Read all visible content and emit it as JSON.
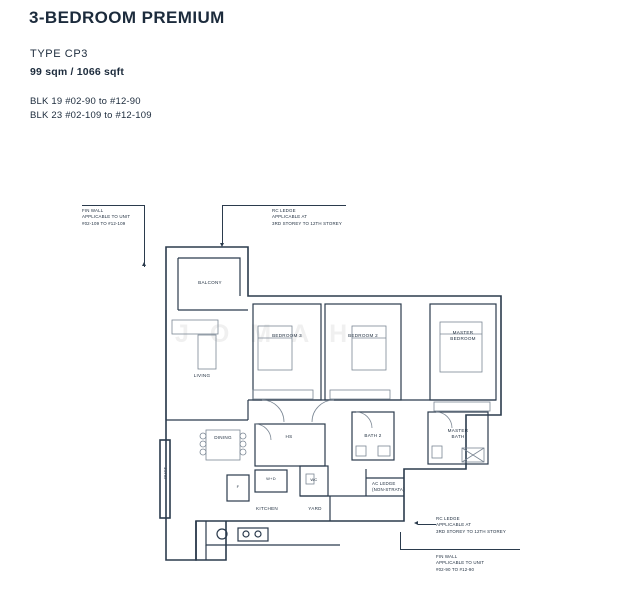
{
  "header": {
    "title": "3-BEDROOM PREMIUM",
    "type": "TYPE CP3",
    "area": "99 sqm / 1066 sqft",
    "blk_1": "BLK 19 #02-90 to #12-90",
    "blk_2": "BLK 23 #02-109 to #12-109"
  },
  "watermark": "J O M   A   H",
  "callouts": [
    {
      "id": "fin-wall-top",
      "text": "FIN WALL\nAPPLICABLE TO UNIT\n#02-109 to #12-109"
    },
    {
      "id": "rc-ledge-top",
      "text": "RC LEDGE\nAPPLICABLE AT\n3RD STOREY TO 12TH STOREY"
    },
    {
      "id": "ac-ledge",
      "text": "AC LEDGE\n(non-strata)"
    },
    {
      "id": "rc-ledge-bottom",
      "text": "RC LEDGE\nAPPLICABLE AT\n3RD STOREY TO 12TH STOREY"
    },
    {
      "id": "fin-wall-bottom",
      "text": "FIN WALL\nAPPLICABLE TO UNIT\n#02-90 to #12-90"
    }
  ],
  "rooms": [
    {
      "id": "balcony",
      "label": "BALCONY"
    },
    {
      "id": "living",
      "label": "LIVING"
    },
    {
      "id": "bedroom-3",
      "label": "BEDROOM 3"
    },
    {
      "id": "bedroom-2",
      "label": "BEDROOM 2"
    },
    {
      "id": "master-bedroom",
      "label": "MASTER\nBEDROOM"
    },
    {
      "id": "dining",
      "label": "DINING"
    },
    {
      "id": "bath-2",
      "label": "BATH 2"
    },
    {
      "id": "master-bath",
      "label": "MASTER\nBATH"
    },
    {
      "id": "hs",
      "label": "HS"
    },
    {
      "id": "wd",
      "label": "W+D"
    },
    {
      "id": "wc",
      "label": "WC"
    },
    {
      "id": "fridge",
      "label": "F"
    },
    {
      "id": "kitchen",
      "label": "KITCHEN"
    },
    {
      "id": "yard",
      "label": "YARD"
    },
    {
      "id": "duct",
      "label": "DUCT"
    }
  ],
  "colors": {
    "text": "#1c2b3c",
    "wall": "#2b3b4d",
    "thin": "#7b8794",
    "watermark": "#f0f0f0"
  }
}
